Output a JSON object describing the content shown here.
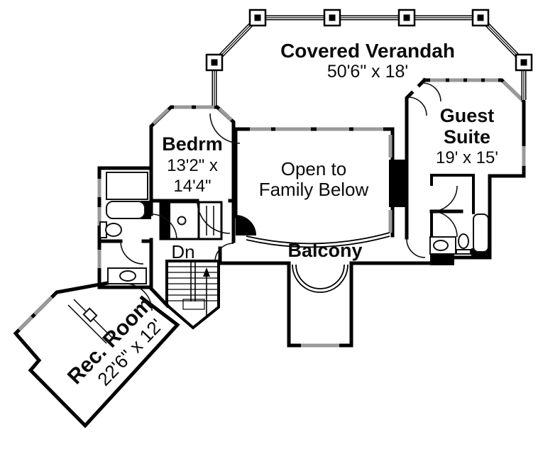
{
  "rooms": {
    "verandah": {
      "name": "Covered Verandah",
      "dimensions": "50'6\" x 18'"
    },
    "bedroom": {
      "name": "Bedrm",
      "dim_line1": "13'2\" x",
      "dim_line2": "14'4\""
    },
    "open_to_family": {
      "line1": "Open to",
      "line2": "Family Below"
    },
    "guest_suite": {
      "name_line1": "Guest",
      "name_line2": "Suite",
      "dimensions": "19' x 15'"
    },
    "balcony": {
      "name": "Balcony"
    },
    "stairs": {
      "label": "Dn"
    },
    "rec_room": {
      "name": "Rec. Room",
      "dimensions": "22'6\" x 12'"
    }
  },
  "colors": {
    "wall": "#000000",
    "window": "#999999",
    "text": "#0b0b0b",
    "background": "#ffffff"
  }
}
